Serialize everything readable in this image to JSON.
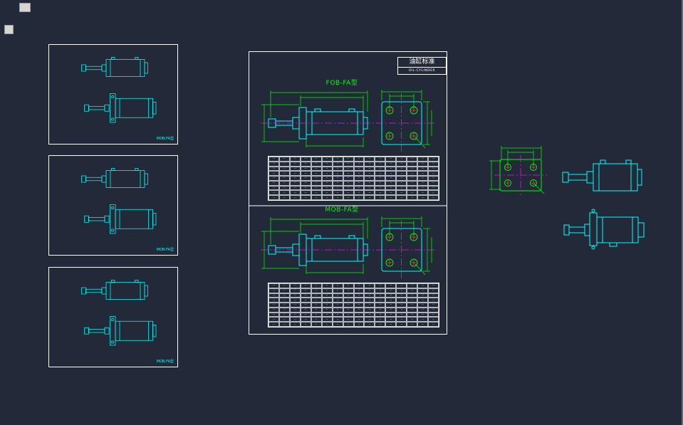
{
  "canvas": {
    "background": "#222938"
  },
  "palette": {
    "entity_cyan": "#00ffff",
    "dimension_green": "#00ff00",
    "centerline_magenta": "#ff00ff",
    "grid_white": "#ffffff",
    "marker_red": "#ff3b3b"
  },
  "title_block": {
    "title": "油缸标准",
    "subtitle": "OIL-CYLINDER"
  },
  "sections": [
    {
      "label": "FOB-FA型"
    },
    {
      "label": "MOB-FA型"
    }
  ],
  "frames": {
    "labels": [
      "MOB-FA型",
      "MOB-FA型",
      "MOB-FA型"
    ]
  },
  "tables": {
    "spec": {
      "rows": 9,
      "cols": 16,
      "cell_mark": "··"
    }
  }
}
